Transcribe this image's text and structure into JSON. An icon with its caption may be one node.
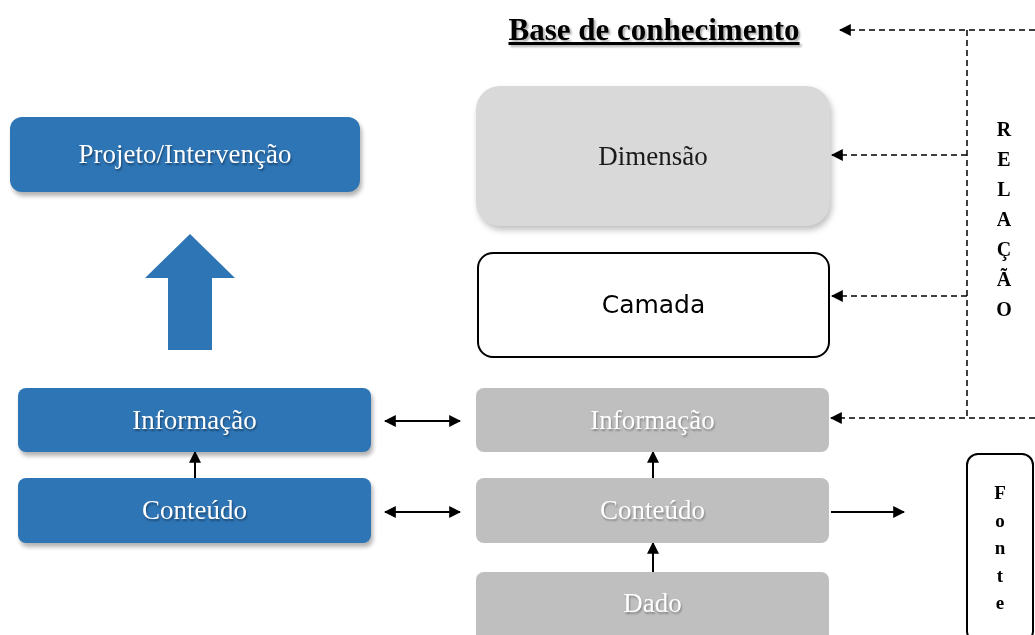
{
  "diagram": {
    "nodes": [
      {
        "text": [
          "Projeto/Intervenção"
        ]
      },
      {
        "text": [
          "Informação"
        ]
      },
      {
        "text": [
          "Conteúdo"
        ]
      },
      {
        "text": [
          "Base de conhecimento"
        ]
      },
      {
        "text": [
          "Dimensão"
        ]
      },
      {
        "text": [
          "Camada"
        ]
      },
      {
        "text": [
          "Informação"
        ]
      },
      {
        "text": [
          "Conteúdo"
        ]
      },
      {
        "text": [
          "Dado"
        ]
      },
      {
        "text": [
          "Fonte"
        ]
      }
    ],
    "edges": [
      {
        "from": 1,
        "to": 0,
        "arrow": "to",
        "style": "thick",
        "color": "#2e75b6"
      },
      {
        "from": 2,
        "to": 1,
        "arrow": "to"
      },
      {
        "from": 1,
        "to": 6,
        "arrow": "both"
      },
      {
        "from": 2,
        "to": 7,
        "arrow": "both"
      },
      {
        "from": 7,
        "to": 6,
        "arrow": "to"
      },
      {
        "from": 8,
        "to": 7,
        "arrow": "to"
      },
      {
        "from": 7,
        "to": 9,
        "arrow": "to"
      },
      {
        "from": null,
        "to": 3,
        "arrow": "to",
        "style": "dashed"
      },
      {
        "from": null,
        "to": 4,
        "arrow": "to",
        "style": "dashed"
      },
      {
        "from": null,
        "to": 5,
        "arrow": "to",
        "style": "dashed"
      },
      {
        "from": null,
        "to": 6,
        "arrow": "to",
        "style": "dashed"
      }
    ],
    "labels": [
      "RELAÇÃO"
    ]
  }
}
